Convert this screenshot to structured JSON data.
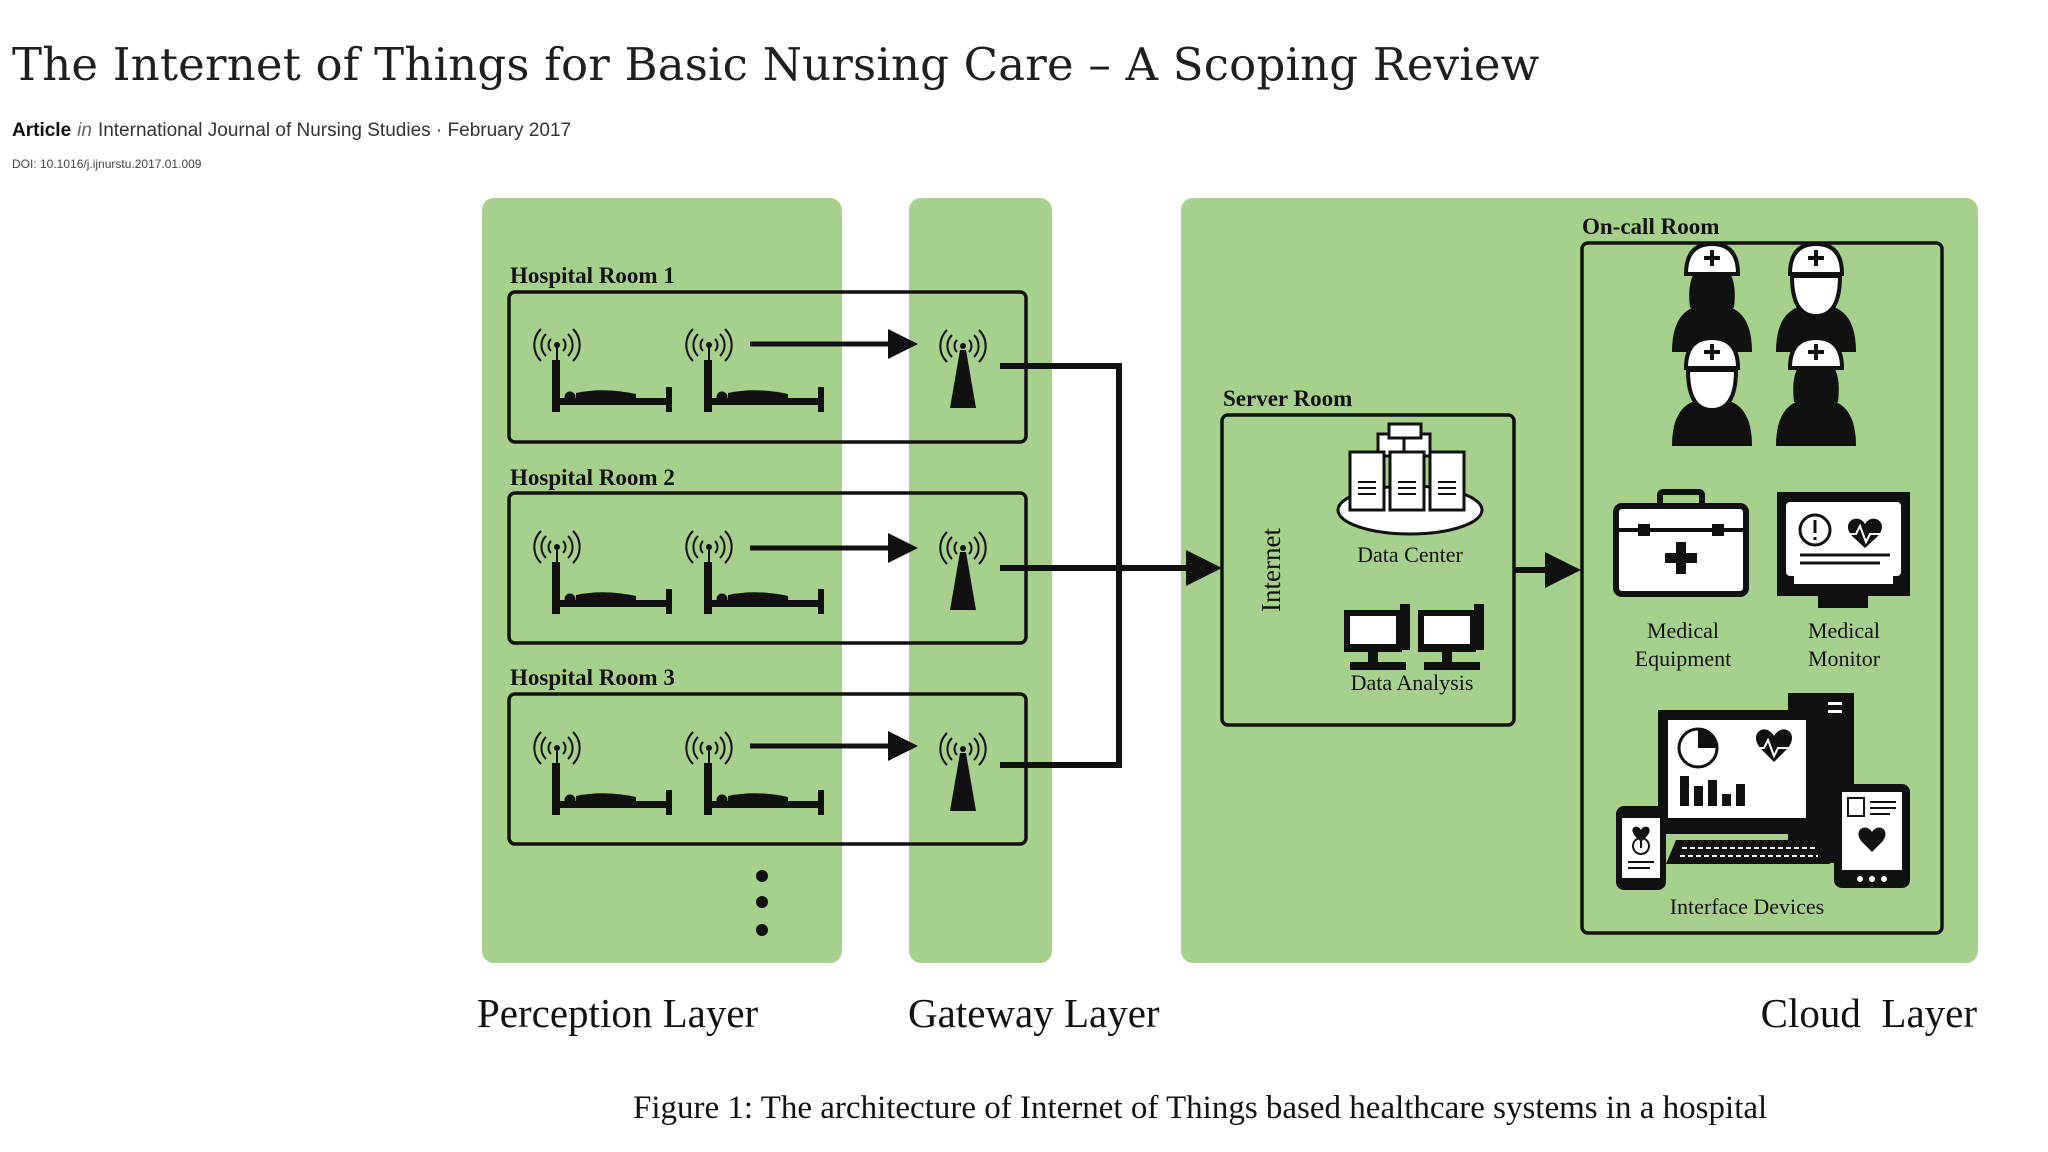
{
  "paper": {
    "title": "The Internet of Things for Basic Nursing Care – A Scoping Review",
    "type": "Article",
    "in_word": "in",
    "journal_date": "International Journal of Nursing Studies · February 2017",
    "doi": "DOI: 10.1016/j.ijnurstu.2017.01.009"
  },
  "figure": {
    "rooms": [
      "Hospital Room 1",
      "Hospital Room 2",
      "Hospital Room 3"
    ],
    "server_room": {
      "title": "Server Room",
      "internet_label": "Internet",
      "data_center_label": "Data Center",
      "data_analysis_label": "Data Analysis"
    },
    "on_call_room": {
      "title": "On-call Room",
      "equipment_label_1": "Medical",
      "equipment_label_2": "Equipment",
      "monitor_label_1": "Medical",
      "monitor_label_2": "Monitor",
      "interface_label": "Interface Devices"
    },
    "layers": {
      "perception": "Perception Layer",
      "gateway": "Gateway Layer",
      "cloud": "Cloud  Layer"
    },
    "caption": "Figure 1: The architecture of Internet of Things based healthcare systems in a hospital",
    "colors": {
      "layer_fill": "#a8d08d",
      "ink": "#111111"
    }
  }
}
